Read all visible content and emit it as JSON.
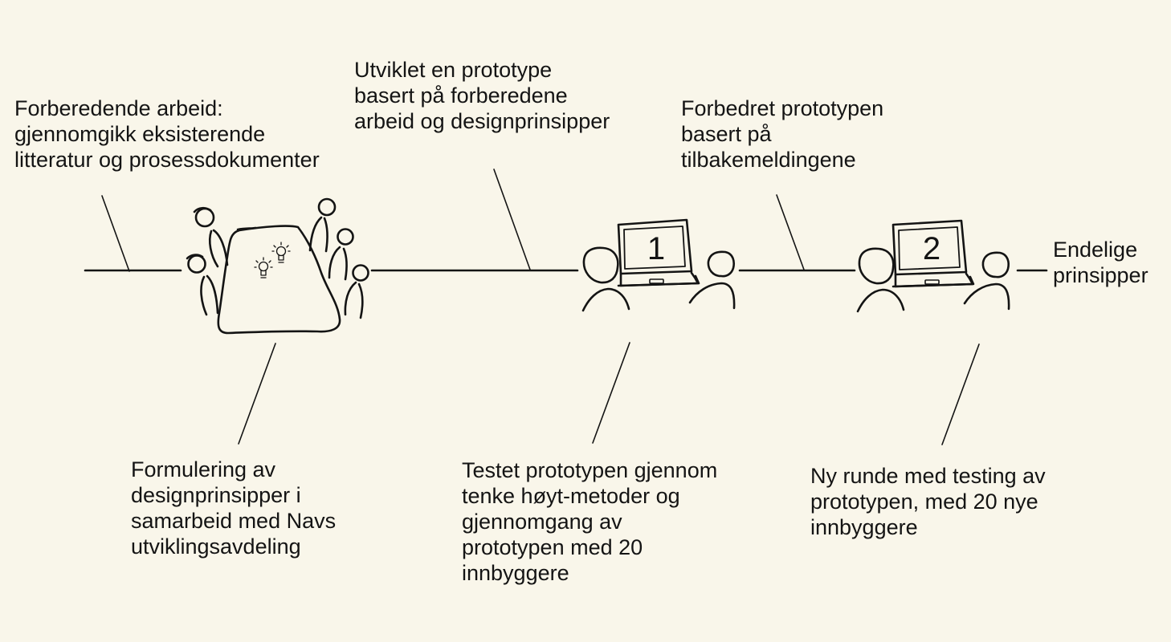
{
  "labels": {
    "step1": [
      "Forberedende arbeid:",
      "gjennomgikk eksisterende",
      "litteratur og prosessdokumenter"
    ],
    "step2": [
      "Formulering av",
      "designprinsipper i",
      "samarbeid med Navs",
      "utviklingsavdeling"
    ],
    "step3": [
      "Utviklet en prototype",
      "basert på forberedene",
      "arbeid og designprinsipper"
    ],
    "step4": [
      "Testet prototypen gjennom",
      "tenke høyt-metoder og",
      "gjennomgang av",
      "prototypen med 20",
      "innbyggere"
    ],
    "step5": [
      "Forbedret prototypen",
      "basert på",
      "tilbakemeldingene"
    ],
    "step6": [
      "Ny runde med testing av",
      "prototypen, med 20 nye",
      "innbyggere"
    ],
    "step7": [
      "Endelige",
      "prinsipper"
    ]
  },
  "laptops": {
    "first_number": "1",
    "second_number": "2"
  },
  "icons": {
    "workshop": "meeting-table-icon",
    "test": "laptop-user-test-icon",
    "idea": "lightbulb-icon"
  },
  "colors": {
    "background": "#f9f6ea",
    "ink": "#141414"
  }
}
